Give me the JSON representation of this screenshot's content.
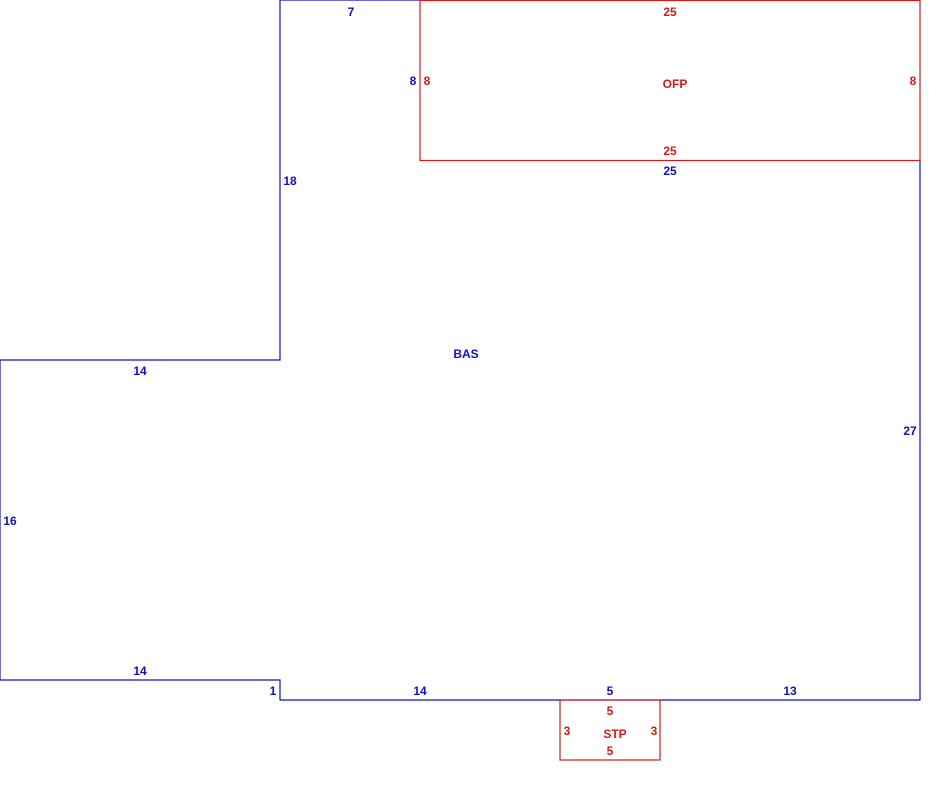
{
  "colors": {
    "bas": "#1010c8",
    "addition": "#d81818"
  },
  "areas": {
    "bas": {
      "code": "BAS",
      "dimensions": {
        "top": "7",
        "left_upper": "18",
        "ledge_upper": "14",
        "left_lower": "16",
        "ledge_lower": "14",
        "step": "1",
        "bottom_left": "14",
        "bottom_mid": "5",
        "bottom_right": "13",
        "right": "27",
        "ofp_side": "8",
        "ofp_bottom": "25"
      }
    },
    "ofp": {
      "code": "OFP",
      "dimensions": {
        "top": "25",
        "left": "8",
        "right": "8",
        "bottom": "25"
      }
    },
    "stp": {
      "code": "STP",
      "dimensions": {
        "top": "5",
        "left": "3",
        "right": "3",
        "bottom": "5"
      }
    }
  }
}
